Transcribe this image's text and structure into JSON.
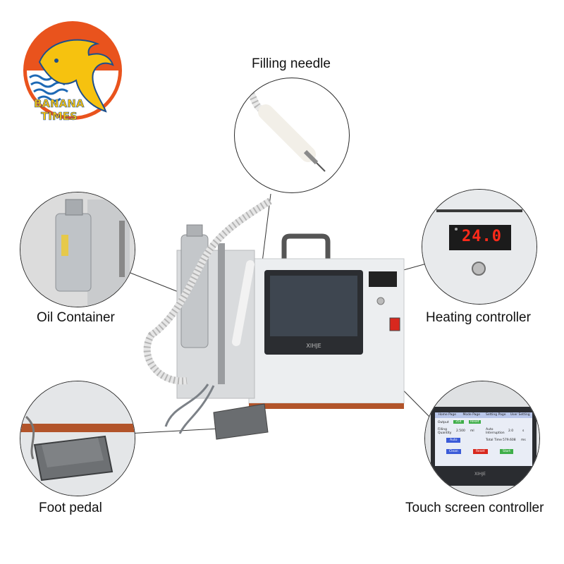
{
  "brand": {
    "line1": "BANANA",
    "line2": "TIMES"
  },
  "callouts": {
    "filling_needle": "Filling needle",
    "oil_container": "Oil Container",
    "heating_controller": "Heating controller",
    "foot_pedal": "Foot pedal",
    "touch_screen_controller": "Touch screen controller"
  },
  "heating_display": {
    "value": "24.0"
  },
  "machine": {
    "screen_brand": "XIHJE"
  },
  "touch_screen": {
    "tabs": [
      "Home Page",
      "Mode Page",
      "Setting Page",
      "User Setting"
    ],
    "output_label": "Output",
    "output_value": "354",
    "output_unit": "Reset",
    "filling_quantity_label": "Filling Quantity",
    "filling_quantity_value": "2.500",
    "filling_quantity_unit": "ml",
    "auto_interval_label": "Auto Interruption",
    "auto_interval_value": "2.0",
    "auto_interval_unit": "s",
    "total_time_label": "Total Time",
    "total_time_value": "579.608",
    "total_time_unit": "ms",
    "btn_auto": "Auto",
    "btn_clean": "Clean",
    "btn_reset": "Reset",
    "btn_start": "Start",
    "brand": "XIHJE"
  },
  "colors": {
    "logo_sun": "#e9531d",
    "logo_dolphin": "#f6c20f",
    "logo_wave": "#1d69b5",
    "display_red": "#ff2a1a",
    "machine_body": "#eceef0",
    "switch_red": "#d8281e"
  }
}
